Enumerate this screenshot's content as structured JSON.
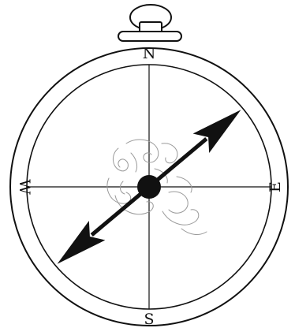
{
  "compass": {
    "labels": {
      "north": "N",
      "east": "E",
      "south": "S",
      "west": "W"
    },
    "needle_bearing_degrees": 50,
    "colors": {
      "stroke": "#111111",
      "fill": "#111111",
      "doodle": "#9a9a9a",
      "background": "#ffffff"
    }
  }
}
